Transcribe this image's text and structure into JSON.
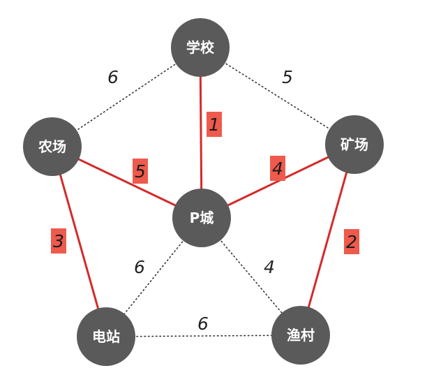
{
  "colors": {
    "node_fill": "#5a5a5a",
    "selected_edge": "#d42a2a",
    "weight_box": "#ee5a4c",
    "dotted_edge": "#333333",
    "label_text": "#ffffff"
  },
  "nodes": [
    {
      "id": "school",
      "label": "学校"
    },
    {
      "id": "farm",
      "label": "农场"
    },
    {
      "id": "mine",
      "label": "矿场"
    },
    {
      "id": "pcity",
      "label": "P城"
    },
    {
      "id": "station",
      "label": "电站"
    },
    {
      "id": "village",
      "label": "渔村"
    }
  ],
  "edges": [
    {
      "id": "school-pcity",
      "from": "school",
      "to": "pcity",
      "weight": "1",
      "selected": true
    },
    {
      "id": "farm-pcity",
      "from": "farm",
      "to": "pcity",
      "weight": "5",
      "selected": true
    },
    {
      "id": "mine-pcity",
      "from": "mine",
      "to": "pcity",
      "weight": "4",
      "selected": true
    },
    {
      "id": "farm-station",
      "from": "farm",
      "to": "station",
      "weight": "3",
      "selected": true
    },
    {
      "id": "mine-village",
      "from": "mine",
      "to": "village",
      "weight": "2",
      "selected": true
    },
    {
      "id": "school-farm",
      "from": "school",
      "to": "farm",
      "weight": "6",
      "selected": false
    },
    {
      "id": "school-mine",
      "from": "school",
      "to": "mine",
      "weight": "5",
      "selected": false
    },
    {
      "id": "pcity-station",
      "from": "pcity",
      "to": "station",
      "weight": "6",
      "selected": false
    },
    {
      "id": "pcity-village",
      "from": "pcity",
      "to": "village",
      "weight": "4",
      "selected": false
    },
    {
      "id": "station-village",
      "from": "station",
      "to": "village",
      "weight": "6",
      "selected": false
    }
  ]
}
